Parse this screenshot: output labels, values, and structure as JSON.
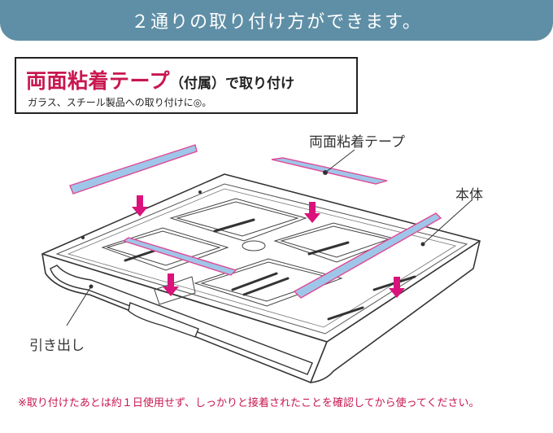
{
  "banner": {
    "title": "２通りの取り付け方ができます。"
  },
  "method": {
    "title_main": "両面粘着テープ",
    "title_suffix": "（付属）で取り付け",
    "note": "ガラス、スチール製品への取り付けに◎。"
  },
  "diagram": {
    "labels": {
      "tape": "両面粘着テープ",
      "body": "本体",
      "drawer": "引き出し"
    }
  },
  "footnote": "※取り付けたあとは約１日使用せず、しっかりと接着されたことを確認してから使ってください。",
  "colors": {
    "banner": "#5f8fa6",
    "accent": "#c8174f",
    "tape_fill": "#9fc6e8",
    "tape_border": "#e04a95",
    "arrow": "#d9137b"
  }
}
